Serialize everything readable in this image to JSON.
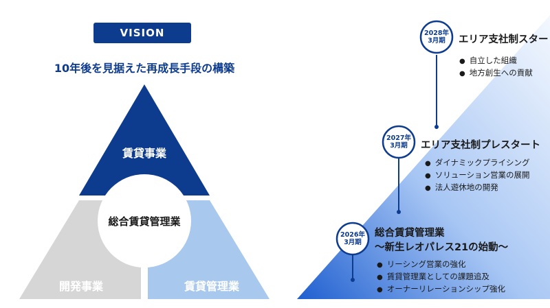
{
  "vision": {
    "badge": "VISION",
    "subtitle": "10年後を見据えた再成長手段の構築",
    "segments": {
      "top": "賃貸事業",
      "center": "総合賃貸管理業",
      "left": "開発事業",
      "right": "賃貸管理業"
    }
  },
  "roadmap": {
    "milestones": [
      {
        "date_year": "2028年",
        "date_month": "3月期",
        "title": "エリア支社制スタート",
        "bullets": [
          "自立した組織",
          "地方創生への貢献"
        ]
      },
      {
        "date_year": "2027年",
        "date_month": "3月期",
        "title": "エリア支社制プレスタート",
        "bullets": [
          "ダイナミックプライシング",
          "ソリューション営業の展開",
          "法人遊休地の開発"
        ]
      },
      {
        "date_year": "2026年",
        "date_month": "3月期",
        "title_line1": "総合賃貸管理業",
        "title_line2": "～新生レオパレス21の始動～",
        "bullets": [
          "リーシング営業の強化",
          "賃貸管理業としての課題追及",
          "オーナーリレーションシップ強化"
        ]
      }
    ]
  },
  "colors": {
    "navy": "#0d3b8e",
    "light_blue": "#a9c8ee",
    "gray": "#d6d6d6"
  }
}
